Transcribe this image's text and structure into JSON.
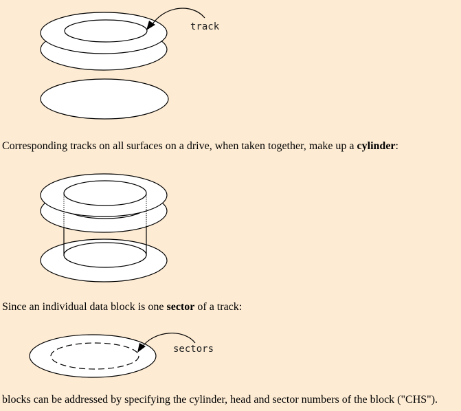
{
  "figures": {
    "track": {
      "label": "track"
    },
    "sectors": {
      "label": "sectors"
    }
  },
  "paragraphs": {
    "cylinder": {
      "before": "Corresponding tracks on all surfaces on a drive, when taken together, make up a ",
      "term": "cylinder",
      "after": ":"
    },
    "sector": {
      "before": "Since an individual data block is one ",
      "term": "sector",
      "after": " of a track:"
    },
    "chs": {
      "text": "blocks can be addressed by specifying the cylinder, head and sector numbers of the block (\"CHS\")."
    }
  },
  "colors": {
    "background": "#fdebd3"
  }
}
